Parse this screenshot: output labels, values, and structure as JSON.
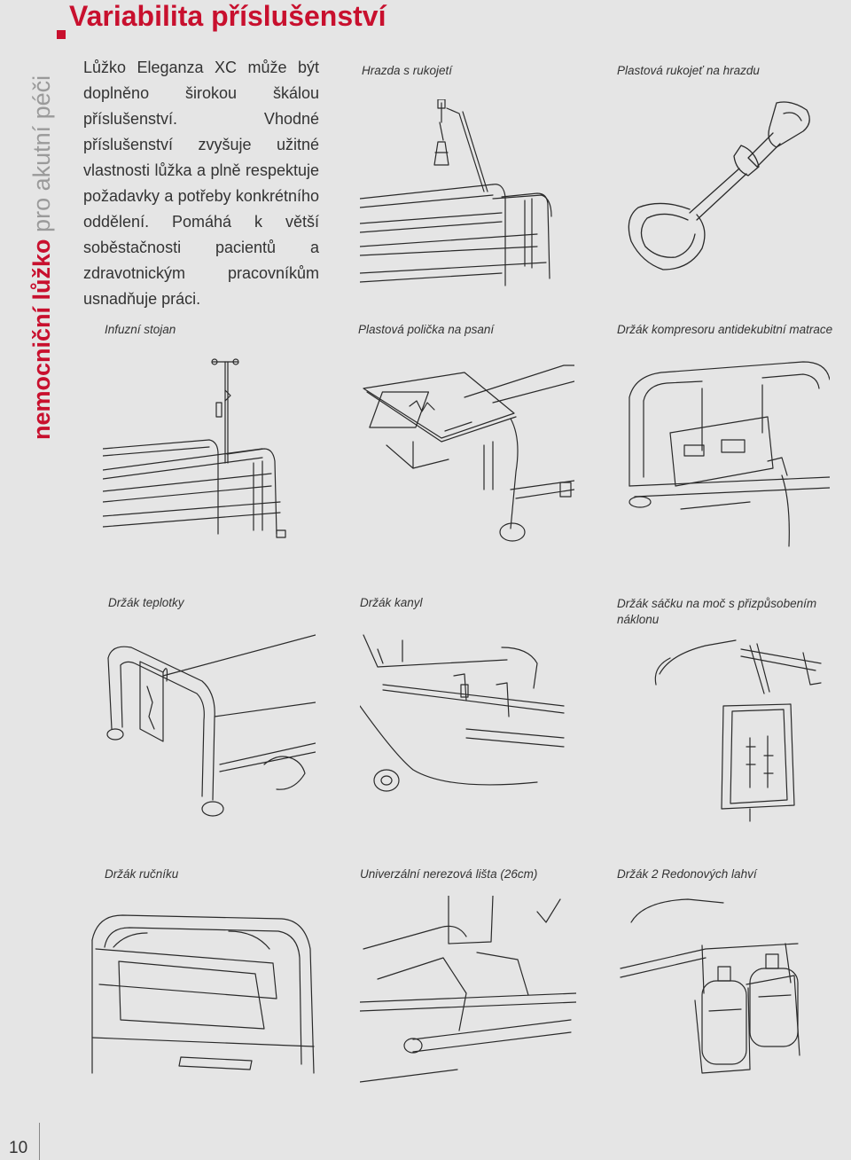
{
  "sidebar": {
    "title_bold": "nemocniční lůžko",
    "title_light": "pro akutní péči"
  },
  "header": {
    "title": "Variabilita příslušenství"
  },
  "intro": "Lůžko Eleganza XC může být doplněno širokou škálou příslušenství. Vhodné příslušenství zvyšuje užitné vlastnosti lůžka a plně respektuje požadavky a potřeby konkrétního oddělení. Pomáhá k větší soběstačnosti pacientů a zdravotnickým pracovníkům usnadňuje práci.",
  "items": [
    {
      "caption": "Hrazda s rukojetí"
    },
    {
      "caption": "Plastová rukojeť na hrazdu"
    },
    {
      "caption": "Infuzní stojan"
    },
    {
      "caption": "Plastová polička na psaní"
    },
    {
      "caption": "Držák kompresoru antidekubitní matrace"
    },
    {
      "caption": "Držák teplotky"
    },
    {
      "caption": "Držák kanyl"
    },
    {
      "caption": "Držák sáčku na moč s přizpůsobením náklonu"
    },
    {
      "caption": "Držák ručníku"
    },
    {
      "caption": "Univerzální nerezová lišta (26cm)"
    },
    {
      "caption": "Držák 2 Redonových lahví"
    }
  ],
  "page": {
    "number": "10"
  },
  "colors": {
    "accent": "#c8102e",
    "background": "#e5e5e5",
    "line": "#2a2a2a"
  }
}
